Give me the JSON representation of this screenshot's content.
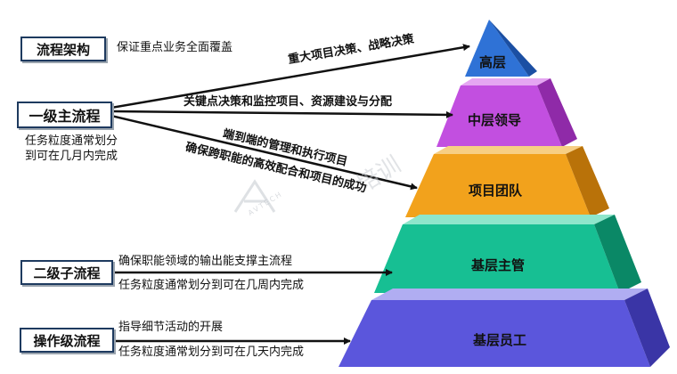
{
  "left": {
    "framework": {
      "label": "流程架构",
      "desc": "保证重点业务全面覆盖"
    },
    "level1": {
      "label": "一级主流程",
      "note_line1": "任务粒度通常划分",
      "note_line2": "到可在几月内完成"
    },
    "level2": {
      "label": "二级子流程",
      "desc_line1": "确保职能领域的输出能支撑主流程",
      "desc_line2": "任务粒度通常划分到可在几周内完成"
    },
    "operation": {
      "label": "操作级流程",
      "desc_line1": "指导细节活动的开展",
      "desc_line2": "任务粒度通常划分到可在几天内完成"
    }
  },
  "arrows": {
    "top": "重大项目决策、战略决策",
    "middle": "关键点决策和监控项目、资源建设与分配",
    "project_line1": "端到端的管理和执行项目",
    "project_line2": "确保跨职能的高效配合和项目的成功"
  },
  "pyramid": {
    "layers": [
      {
        "label": "高层",
        "color": "#2f72d6"
      },
      {
        "label": "中层领导",
        "color": "#c24fe0"
      },
      {
        "label": "项目团队",
        "color": "#f2a21c"
      },
      {
        "label": "基层主管",
        "color": "#17bf93"
      },
      {
        "label": "基层员工",
        "color": "#5b56dc"
      }
    ]
  },
  "watermark": {
    "cn": "培训",
    "en": "AVTECH"
  }
}
